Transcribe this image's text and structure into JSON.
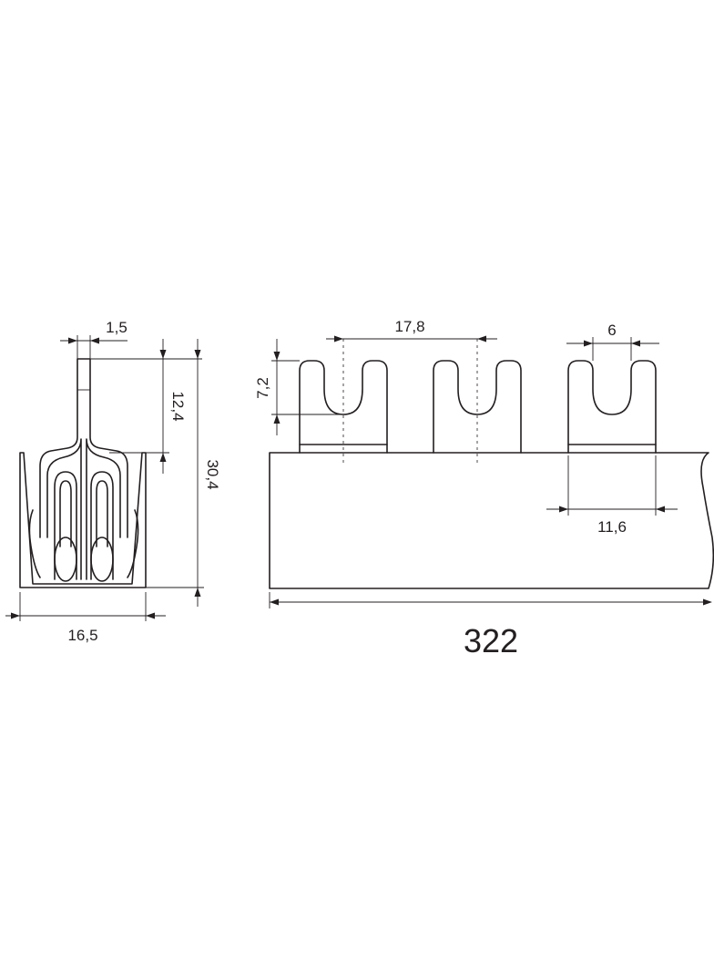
{
  "dimensions": {
    "fork_thickness": "1,5",
    "pin_height": "12,4",
    "total_height": "30,4",
    "body_width": "16,5",
    "pitch": "17,8",
    "slot_depth": "7,2",
    "slot_width": "6",
    "fork_width": "11,6",
    "total_length": "322"
  }
}
